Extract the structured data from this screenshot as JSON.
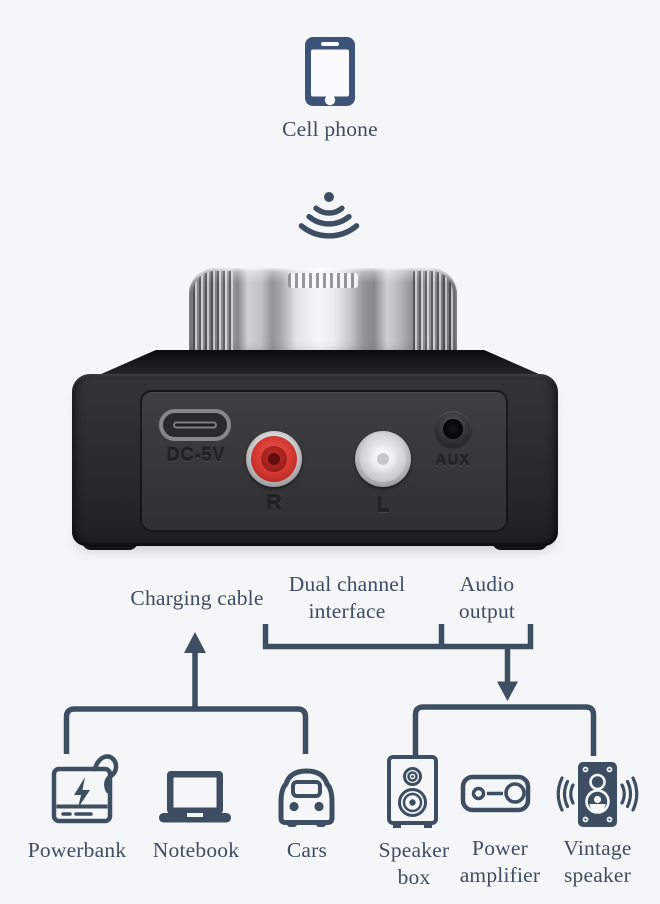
{
  "top": {
    "cell_phone_label": "Cell phone"
  },
  "device_labels": {
    "power_port": "DC-5V",
    "right_channel": "R",
    "left_channel": "L",
    "aux_port": "AUX"
  },
  "callouts": {
    "charging_cable": "Charging cable",
    "dual_channel_line1": "Dual channel",
    "dual_channel_line2": "interface",
    "audio_output_line1": "Audio",
    "audio_output_line2": "output"
  },
  "bottom_items": {
    "powerbank": "Powerbank",
    "notebook": "Notebook",
    "cars": "Cars",
    "speaker_box_line1": "Speaker",
    "speaker_box_line2": "box",
    "power_amplifier_line1": "Power",
    "power_amplifier_line2": "amplifier",
    "vintage_speaker_line1": "Vintage",
    "vintage_speaker_line2": "speaker"
  },
  "icons": {
    "phone": "cell-phone-icon",
    "signal": "wireless-signal-icon",
    "powerbank": "powerbank-icon",
    "notebook": "notebook-icon",
    "car": "car-icon",
    "speaker_box": "speaker-box-icon",
    "amplifier": "power-amplifier-icon",
    "vintage_speaker": "vintage-speaker-icon"
  },
  "colors": {
    "background": "#f5f6f7",
    "diagram_navy": "#3d4e63",
    "phone_navy": "#3b5477",
    "device_black": "#2c2c2e",
    "rca_red": "#d03a32",
    "rca_silver": "#d9d9db",
    "aux_black": "#0b0b0d"
  }
}
